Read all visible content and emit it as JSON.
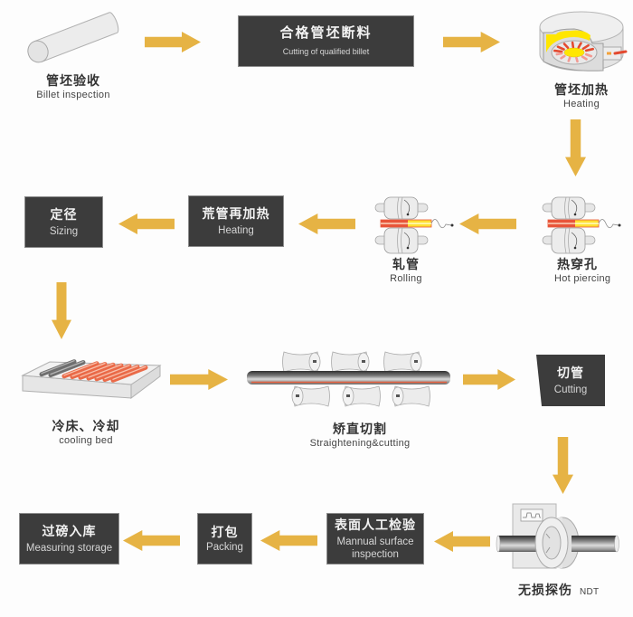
{
  "diagram": {
    "type": "process-flow",
    "subject": "Seamless steel pipe production process",
    "colors": {
      "arrow": "#e6b344",
      "box": "#3c3c3c",
      "hot_metal": "#e8553a",
      "glow": "#ffe033"
    },
    "steps": [
      {
        "id": 1,
        "zh": "管坯验收",
        "en": "Billet inspection",
        "style": "image",
        "icon": "billet-icon"
      },
      {
        "id": 2,
        "zh": "合格管坯断料",
        "en": "Cutting of qualified billet",
        "style": "box"
      },
      {
        "id": 3,
        "zh": "管坯加热",
        "en": "Heating",
        "style": "image",
        "icon": "furnace-icon"
      },
      {
        "id": 4,
        "zh": "热穿孔",
        "en": "Hot piercing",
        "style": "image",
        "icon": "piercing-mill-icon"
      },
      {
        "id": 5,
        "zh": "轧管",
        "en": "Rolling",
        "style": "image",
        "icon": "rolling-mill-icon"
      },
      {
        "id": 6,
        "zh": "荒管再加热",
        "en": "Heating",
        "style": "box"
      },
      {
        "id": 7,
        "zh": "定径",
        "en": "Sizing",
        "style": "box"
      },
      {
        "id": 8,
        "zh": "冷床、冷却",
        "en": "cooling bed",
        "style": "image",
        "icon": "cooling-bed-icon"
      },
      {
        "id": 9,
        "zh": "矫直切割",
        "en": "Straightening&cutting",
        "style": "image",
        "icon": "straightening-rollers-icon"
      },
      {
        "id": 10,
        "zh": "切管",
        "en": "Cutting",
        "style": "box"
      },
      {
        "id": 11,
        "zh": "无损探伤",
        "en": "NDT",
        "style": "image",
        "icon": "ndt-tester-icon"
      },
      {
        "id": 12,
        "zh": "表面人工检验",
        "en": "Mannual surface inspection",
        "style": "box"
      },
      {
        "id": 13,
        "zh": "打包",
        "en": "Packing",
        "style": "box"
      },
      {
        "id": 14,
        "zh": "过磅入库",
        "en": "Measuring storage",
        "style": "box"
      }
    ],
    "arrows": [
      {
        "from": 1,
        "to": 2,
        "direction": "right"
      },
      {
        "from": 2,
        "to": 3,
        "direction": "right"
      },
      {
        "from": 3,
        "to": 4,
        "direction": "down"
      },
      {
        "from": 4,
        "to": 5,
        "direction": "left"
      },
      {
        "from": 5,
        "to": 6,
        "direction": "left"
      },
      {
        "from": 6,
        "to": 7,
        "direction": "left"
      },
      {
        "from": 7,
        "to": 8,
        "direction": "down"
      },
      {
        "from": 8,
        "to": 9,
        "direction": "right"
      },
      {
        "from": 9,
        "to": 10,
        "direction": "right"
      },
      {
        "from": 10,
        "to": 11,
        "direction": "down"
      },
      {
        "from": 11,
        "to": 12,
        "direction": "left"
      },
      {
        "from": 12,
        "to": 13,
        "direction": "left"
      },
      {
        "from": 13,
        "to": 14,
        "direction": "left"
      }
    ]
  }
}
